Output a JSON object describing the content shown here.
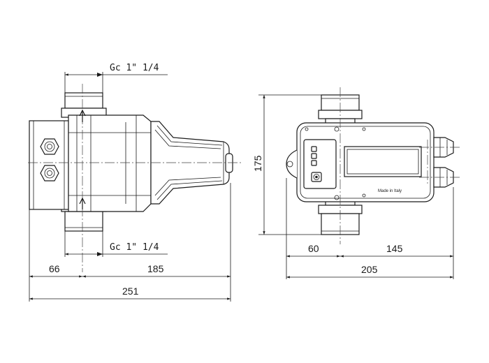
{
  "drawing": {
    "side_view": {
      "thread_top": "Gc 1\" 1/4",
      "thread_bottom": "Gc 1\" 1/4",
      "dim_left_offset": "66",
      "dim_body_length": "185",
      "dim_overall_length": "251"
    },
    "front_view": {
      "dim_height": "175",
      "dim_left_offset": "60",
      "dim_body_width": "145",
      "dim_overall_width": "205",
      "marking": "Made in Italy"
    }
  }
}
